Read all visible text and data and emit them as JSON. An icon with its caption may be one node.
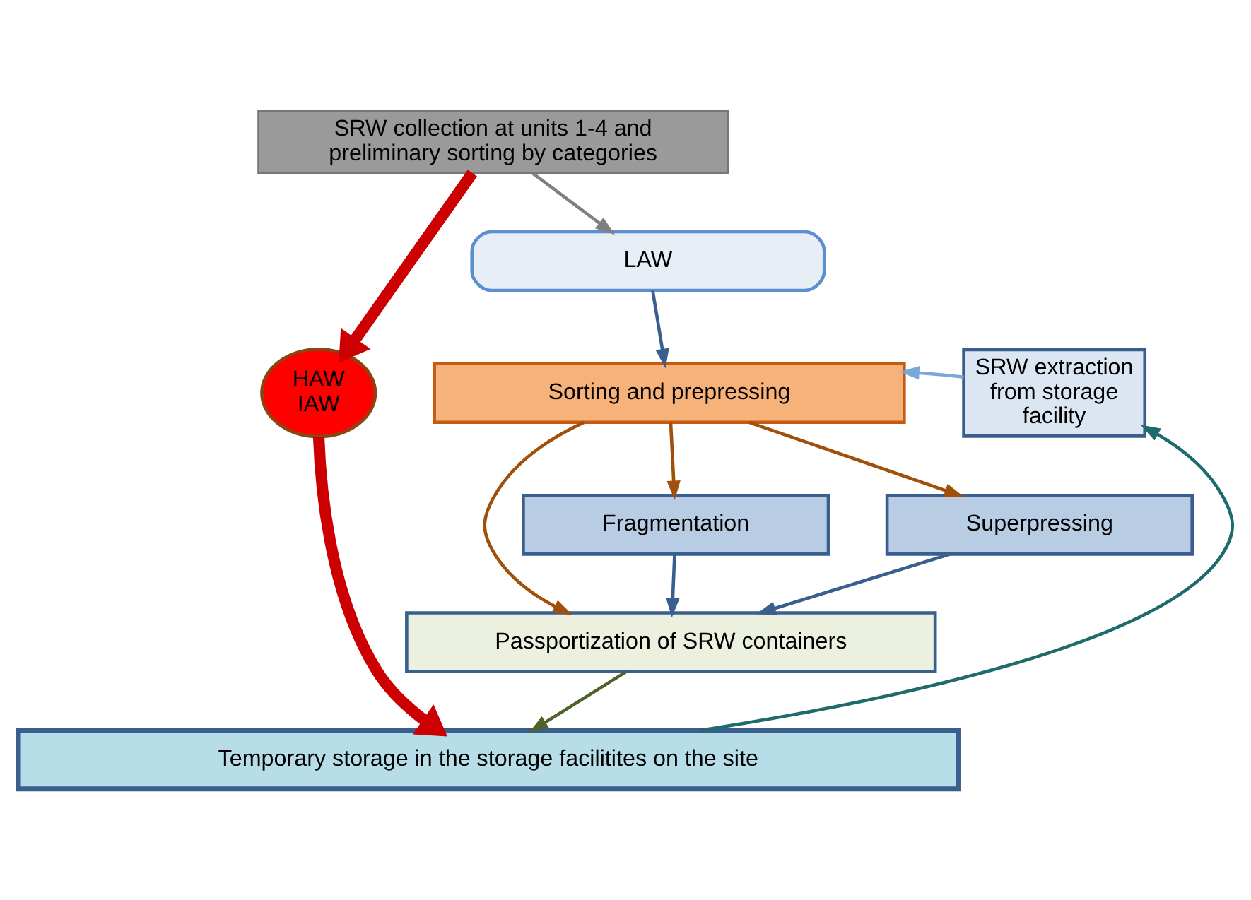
{
  "diagram": {
    "nodes": [
      {
        "text": [
          "SRW collection at units 1-4 and preliminary sorting by categories"
        ]
      },
      {
        "text": [
          "LAW"
        ]
      },
      {
        "text": [
          "HAW",
          "IAW"
        ]
      },
      {
        "text": [
          "Sorting and prepressing"
        ]
      },
      {
        "text": [
          "SRW extraction from storage facility"
        ]
      },
      {
        "text": [
          "Fragmentation"
        ]
      },
      {
        "text": [
          "Superpressing"
        ]
      },
      {
        "text": [
          "Passportization of SRW containers"
        ]
      },
      {
        "text": [
          "Temporary storage in the storage facilitites on the site"
        ]
      }
    ],
    "edges": [
      {
        "from": 0,
        "to": 1,
        "arrow": "to",
        "color": "#808080"
      },
      {
        "from": 0,
        "to": 2,
        "arrow": "to",
        "style": "thick",
        "color": "#cc0000"
      },
      {
        "from": 1,
        "to": 3,
        "arrow": "to",
        "color": "#3a5f8f"
      },
      {
        "from": 4,
        "to": 3,
        "arrow": "to",
        "color": "#7ba7d8"
      },
      {
        "from": 3,
        "to": 5,
        "arrow": "to",
        "color": "#a0500a"
      },
      {
        "from": 3,
        "to": 7,
        "arrow": "to",
        "color": "#a0500a"
      },
      {
        "from": 3,
        "to": 6,
        "arrow": "to",
        "color": "#a0500a"
      },
      {
        "from": 5,
        "to": 7,
        "arrow": "to",
        "color": "#3a5f8f"
      },
      {
        "from": 6,
        "to": 7,
        "arrow": "to",
        "color": "#3a5f8f"
      },
      {
        "from": 7,
        "to": 8,
        "arrow": "to",
        "color": "#4f6228"
      },
      {
        "from": 2,
        "to": 8,
        "arrow": "to",
        "style": "thick",
        "color": "#cc0000"
      },
      {
        "from": 8,
        "to": 4,
        "arrow": "to",
        "color": "#1f6b6b"
      }
    ]
  }
}
